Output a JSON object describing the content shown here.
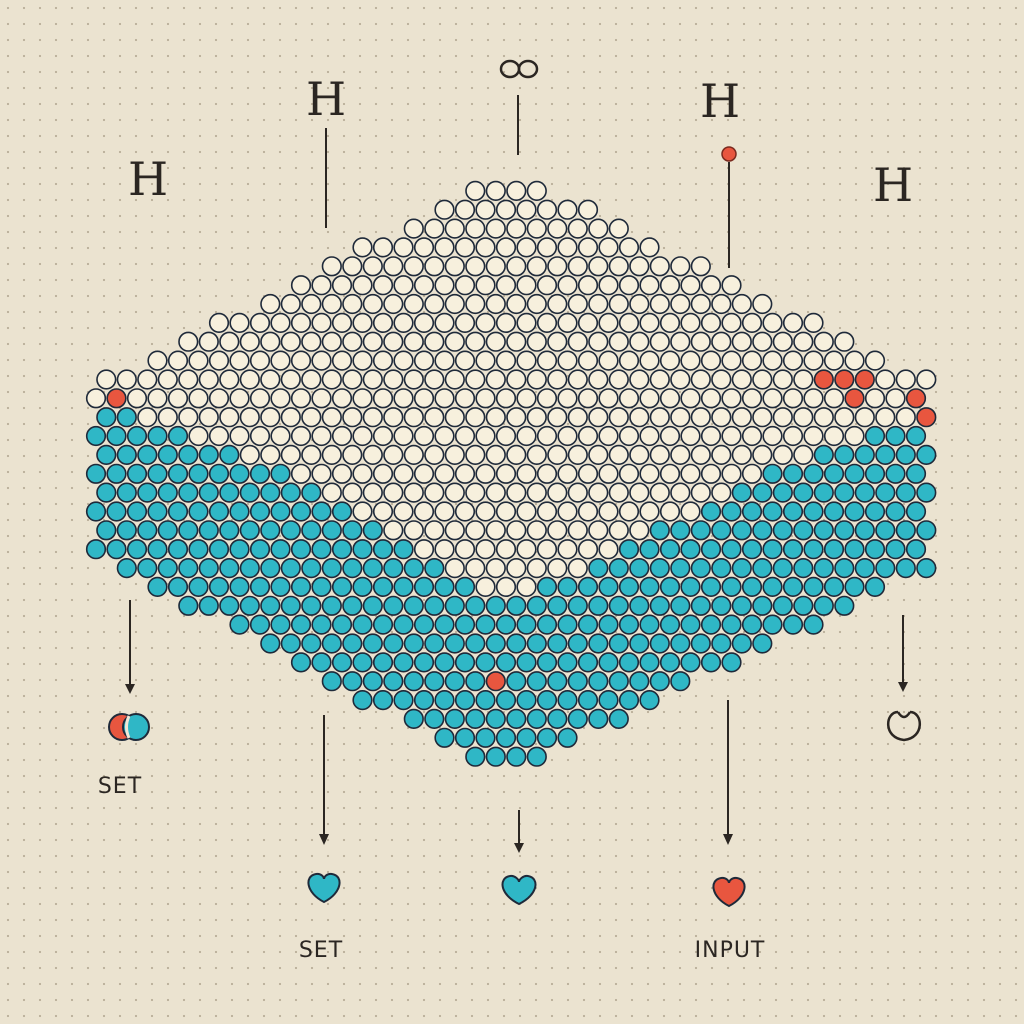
{
  "top_glyphs": [
    {
      "id": "h1",
      "text": "H"
    },
    {
      "id": "h2",
      "text": "H"
    },
    {
      "id": "h3",
      "text": "H"
    },
    {
      "id": "h4",
      "text": "H"
    }
  ],
  "labels": [
    {
      "id": "set-left",
      "text": "SET"
    },
    {
      "id": "set-bottom",
      "text": "SET"
    },
    {
      "id": "input",
      "text": "INPUT"
    }
  ],
  "colors": {
    "background": "#ebe3d0",
    "cream_bead": "#f7f0dd",
    "teal_bead": "#2fb7c6",
    "red_bead": "#e8563f",
    "outline": "#1f2a3a",
    "ink": "#2b2622"
  },
  "icons": [
    "infinity-loop-icon",
    "red-dot-icon",
    "half-red-half-teal-node-icon",
    "teal-heart-node-icon",
    "red-heart-node-icon",
    "open-loop-node-icon"
  ]
}
